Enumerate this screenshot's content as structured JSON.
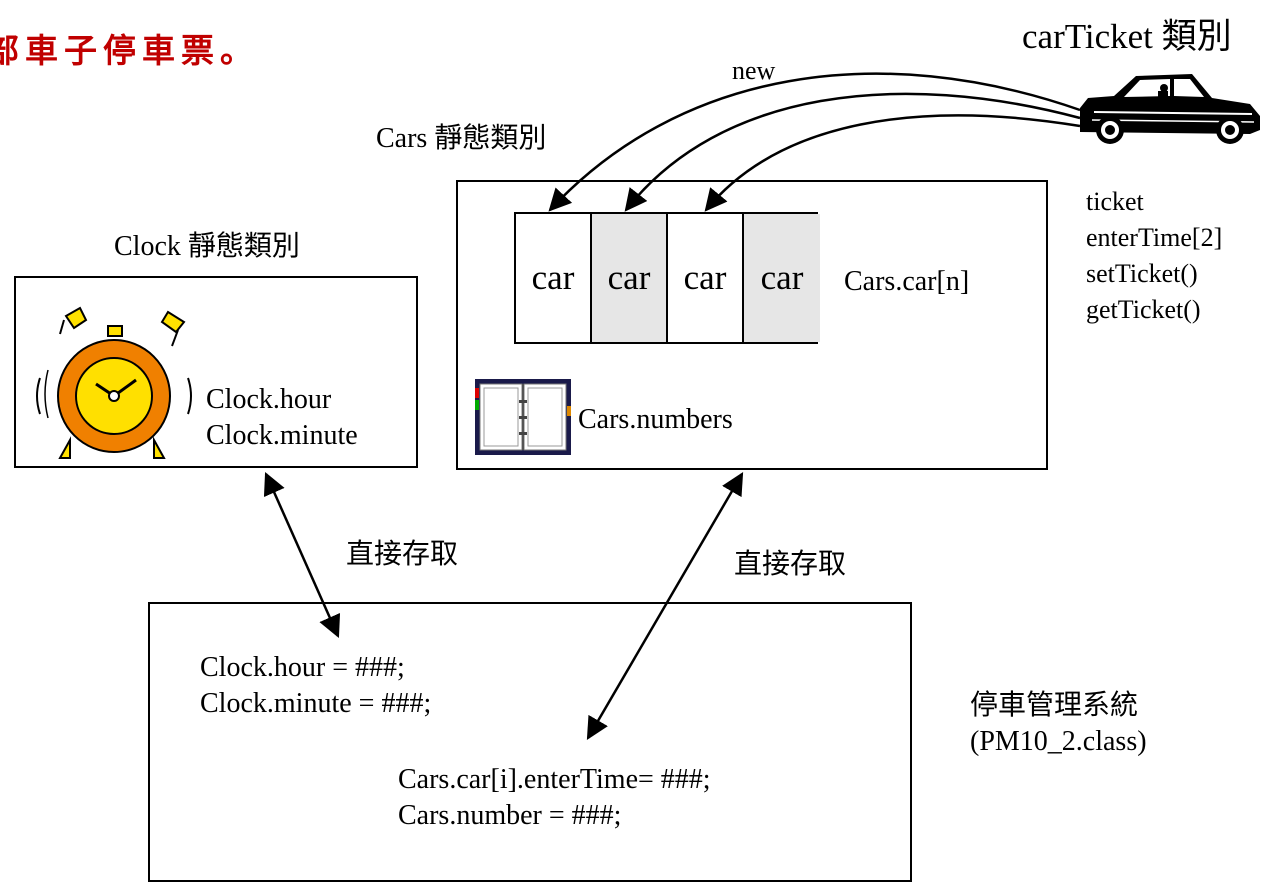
{
  "title": "部車子停車票。",
  "carticket": {
    "label": "carTicket 類別",
    "members": [
      "ticket",
      "enterTime[2]",
      "setTicket()",
      "getTicket()"
    ]
  },
  "new_label": "new",
  "cars_box": {
    "label": "Cars 靜態類別",
    "cells": [
      "car",
      "car",
      "car",
      "car"
    ],
    "array_label": "Cars.car[n]",
    "numbers_label": "Cars.numbers"
  },
  "clock_box": {
    "label": "Clock 靜態類別",
    "fields": [
      "Clock.hour",
      "Clock.minute"
    ]
  },
  "access_left": "直接存取",
  "access_right": "直接存取",
  "main_box": {
    "lines_a": [
      "Clock.hour = ###;",
      "Clock.minute = ###;"
    ],
    "lines_b": [
      "Cars.car[i].enterTime= ###;",
      "Cars.number = ###;"
    ]
  },
  "system": {
    "name": "停車管理系統",
    "class": "(PM10_2.class)"
  },
  "colors": {
    "title": "#c00000",
    "clock_face": "#f4a000",
    "clock_outer": "#f08000",
    "bell": "#ffe000",
    "shade": "#e6e6e6"
  }
}
